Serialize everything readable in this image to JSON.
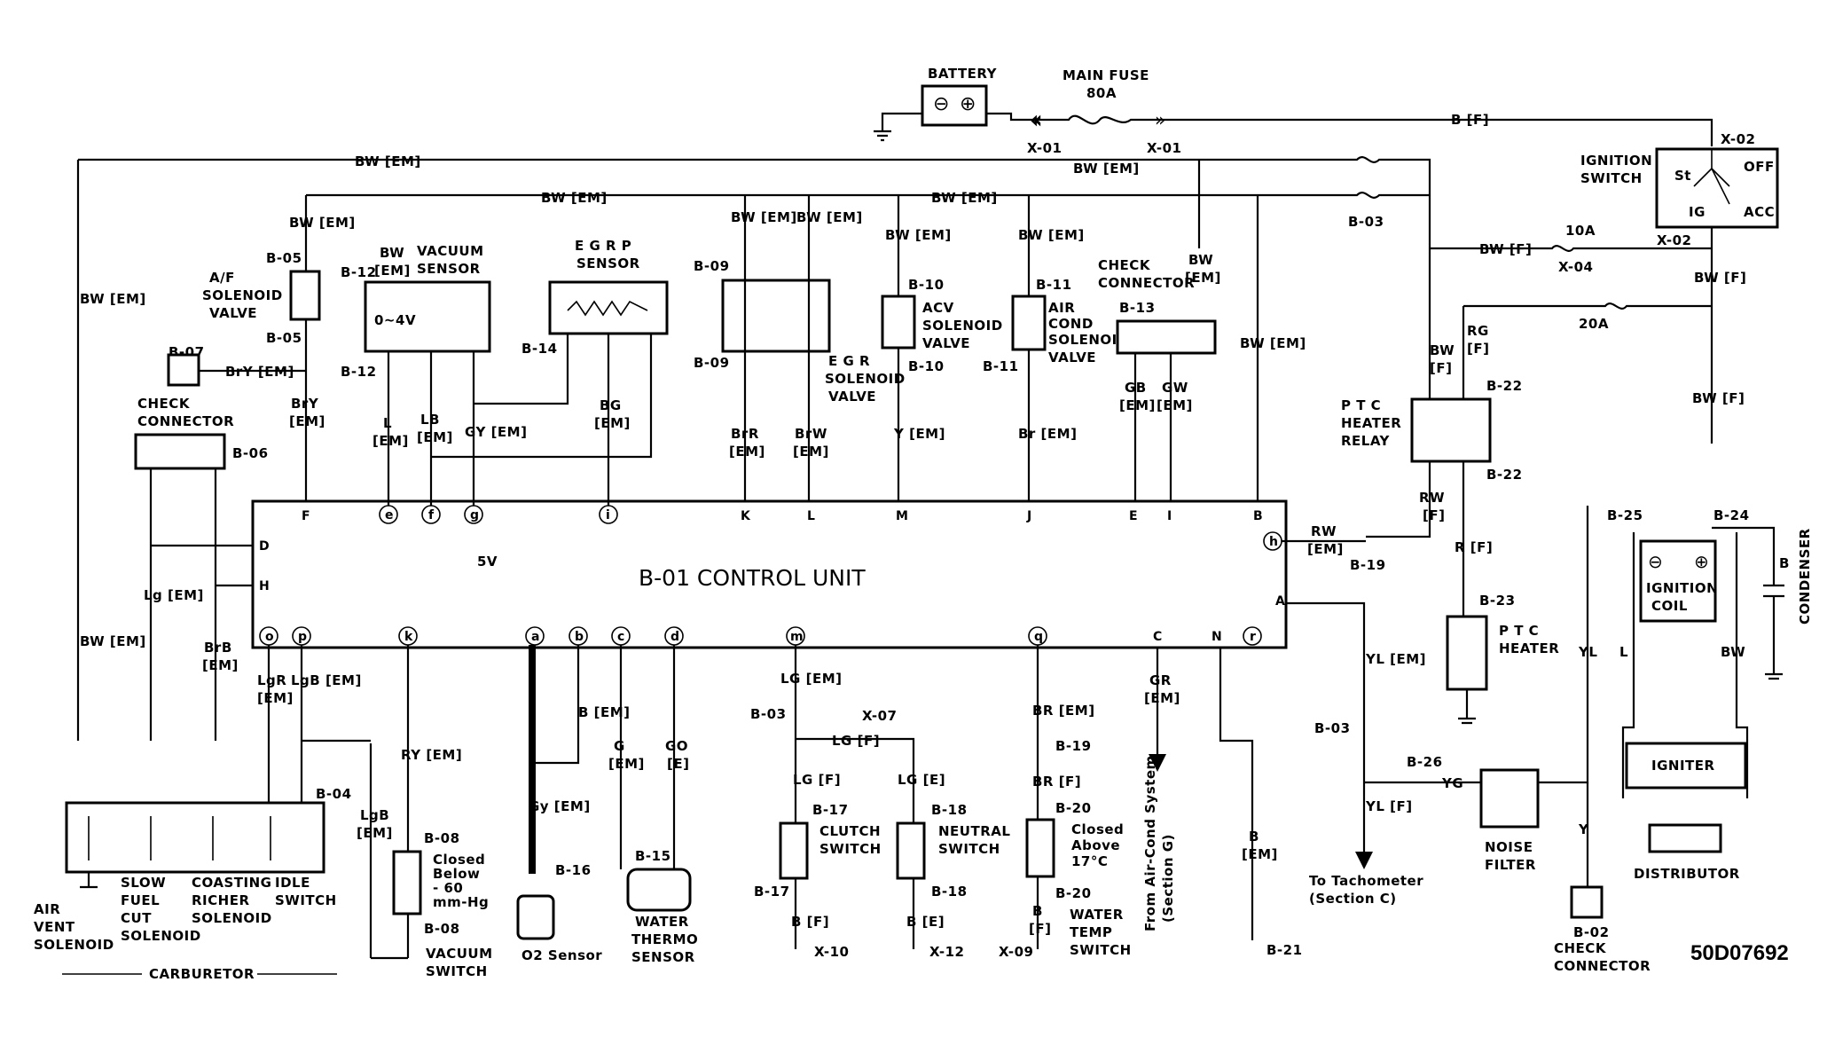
{
  "components": {
    "battery": "BATTERY",
    "main_fuse": "MAIN FUSE",
    "main_fuse_rating": "80A",
    "ignition_switch": [
      "IGNITION",
      "SWITCH"
    ],
    "ig_positions": {
      "st": "St",
      "ig": "IG",
      "off": "OFF",
      "acc": "ACC"
    },
    "control_unit": "B-01  CONTROL UNIT",
    "five_volt": "5V",
    "af_solenoid": [
      "A/F",
      "SOLENOID",
      "VALVE"
    ],
    "vacuum_sensor": [
      "VACUUM",
      "SENSOR"
    ],
    "vacuum_range": "0~4V",
    "egrp_sensor": [
      "E G R P",
      "SENSOR"
    ],
    "egr_solenoid": [
      "E G R",
      "SOLENOID",
      "VALVE"
    ],
    "acv_solenoid": [
      "ACV",
      "SOLENOID",
      "VALVE"
    ],
    "aircond_solenoid": [
      "AIR",
      "COND",
      "SOLENOID",
      "VALVE"
    ],
    "check_connector_top": [
      "CHECK",
      "CONNECTOR"
    ],
    "check_connector_left": [
      "CHECK",
      "CONNECTOR"
    ],
    "check_connector_bottom": [
      "CHECK",
      "CONNECTOR"
    ],
    "ptc_relay": [
      "P T C",
      "HEATER",
      "RELAY"
    ],
    "ptc_heater": [
      "P T C",
      "HEATER"
    ],
    "ignition_coil": [
      "IGNITION",
      "COIL"
    ],
    "condenser": "CONDENSER",
    "igniter": "IGNITER",
    "distributor": "DISTRIBUTOR",
    "noise_filter": [
      "NOISE",
      "FILTER"
    ],
    "tachometer": [
      "To Tachometer",
      "(Section C)"
    ],
    "aircond_system": [
      "From Air-Cond System",
      "(Section G)"
    ],
    "clutch_switch": [
      "CLUTCH",
      "SWITCH"
    ],
    "neutral_switch": [
      "NEUTRAL",
      "SWITCH"
    ],
    "water_temp_switch": [
      "WATER",
      "TEMP",
      "SWITCH"
    ],
    "water_temp_closed": [
      "Closed",
      "Above",
      "17°C"
    ],
    "water_thermo": [
      "WATER",
      "THERMO",
      "SENSOR"
    ],
    "o2_sensor": "O2 Sensor",
    "vacuum_switch": [
      "VACUUM",
      "SWITCH"
    ],
    "vacuum_closed": [
      "Closed",
      "Below",
      "- 60",
      "mm-Hg"
    ],
    "carb_labels": {
      "air_vent": [
        "AIR",
        "VENT",
        "SOLENOID"
      ],
      "slow_fuel": [
        "SLOW",
        "FUEL",
        "CUT",
        "SOLENOID"
      ],
      "coasting": [
        "COASTING",
        "RICHER",
        "SOLENOID"
      ],
      "idle": [
        "IDLE",
        "SWITCH"
      ],
      "carburetor": "CARBURETOR"
    },
    "diagram_code": "50D07692"
  },
  "fuses": {
    "f10": "10A",
    "f20": "20A"
  },
  "wires": {
    "b_f": "B [F]",
    "bw_em": "BW [EM]",
    "bw_f": "BW [F]",
    "bw_f_stack": [
      "BW",
      "[F]"
    ],
    "rg_f": [
      "RG",
      "[F]"
    ],
    "rw_f": [
      "RW",
      "[F]"
    ],
    "r_f": "R [F]",
    "rw_em": [
      "RW",
      "[EM]"
    ],
    "bw_em_stack": [
      "BW",
      "[EM]"
    ],
    "bry_em_h": "BrY [EM]",
    "bry_em": [
      "BrY",
      "[EM]"
    ],
    "l_em": [
      "L",
      "[EM]"
    ],
    "lb_em": [
      "LB",
      "[EM]"
    ],
    "gy_em": "GY [EM]",
    "bg_em": [
      "BG",
      "[EM]"
    ],
    "brr_em": [
      "BrR",
      "[EM]"
    ],
    "brw_em": [
      "BrW",
      "[EM]"
    ],
    "y_em": "Y [EM]",
    "br_em": "Br [EM]",
    "gb_em": [
      "GB",
      "[EM]"
    ],
    "gw_em": [
      "GW",
      "[EM]"
    ],
    "b_em": [
      "B",
      "[EM]"
    ],
    "lg_em": "Lg [EM]",
    "brb_em": [
      "BrB",
      "[EM]"
    ],
    "lgr_em": [
      "LgR",
      "[EM]"
    ],
    "lgb_em": "LgB [EM]",
    "lgb_em2": [
      "LgB",
      "[EM]"
    ],
    "ry_em": "RY [EM]",
    "gy_em2": "Gy [EM]",
    "b_em_h": "B [EM]",
    "g_em": [
      "G",
      "[EM]"
    ],
    "go_e": [
      "GO",
      "[E]"
    ],
    "lg_em2": "LG [EM]",
    "lg_f": "LG [F]",
    "lg_f_h": "LG [F]",
    "lg_e": "LG [E]",
    "b_f2": "B [F]",
    "b_e": "B [E]",
    "br_em2": "BR [EM]",
    "br_f": "BR [F]",
    "b_f3": [
      "B",
      "[F]"
    ],
    "gr_em": [
      "GR",
      "[EM]"
    ],
    "b_em3": [
      "B",
      "[EM]"
    ],
    "yl_em": "YL [EM]",
    "yl_f": "YL [F]",
    "yg": "YG",
    "y": "Y",
    "b": "B",
    "yl": "YL",
    "l": "L",
    "bw": "BW"
  },
  "connectors": {
    "x01": "X-01",
    "x02": "X-02",
    "x04": "X-04",
    "x07": "X-07",
    "x09": "X-09",
    "x10": "X-10",
    "x12": "X-12",
    "b02": "B-02",
    "b03": "B-03",
    "b04": "B-04",
    "b05": "B-05",
    "b06": "B-06",
    "b07": "B-07",
    "b08": "B-08",
    "b09": "B-09",
    "b10": "B-10",
    "b11": "B-11",
    "b12": "B-12",
    "b13": "B-13",
    "b14": "B-14",
    "b15": "B-15",
    "b16": "B-16",
    "b17": "B-17",
    "b18": "B-18",
    "b19": "B-19",
    "b20": "B-20",
    "b21": "B-21",
    "b22": "B-22",
    "b23": "B-23",
    "b24": "B-24",
    "b25": "B-25",
    "b26": "B-26"
  },
  "pins_top": [
    "F",
    "e",
    "f",
    "g",
    "i",
    "K",
    "L",
    "M",
    "J",
    "E",
    "I",
    "B"
  ],
  "pins_bottom": [
    "o",
    "p",
    "k",
    "a",
    "b",
    "c",
    "d",
    "m",
    "q",
    "C",
    "N",
    "r"
  ],
  "pins_side": [
    "D",
    "H",
    "h",
    "A"
  ]
}
